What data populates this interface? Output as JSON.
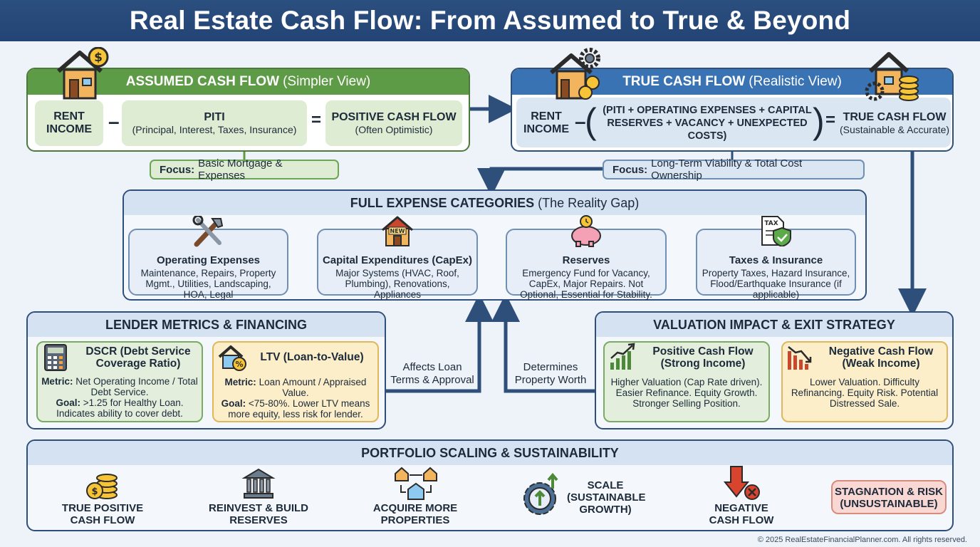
{
  "title": "Real Estate Cash Flow: From Assumed to True & Beyond",
  "assumed": {
    "heading_bold": "ASSUMED CASH FLOW",
    "heading_rest": "(Simpler View)",
    "term1": "RENT INCOME",
    "minus": "–",
    "term2_title": "PITI",
    "term2_sub": "(Principal, Interest, Taxes, Insurance)",
    "equals": "=",
    "result_title": "POSITIVE CASH FLOW",
    "result_sub": "(Often Optimistic)",
    "focus_label": "Focus:",
    "focus_text": "Basic Mortgage & Expenses",
    "color": "#5d9b46"
  },
  "true": {
    "heading_bold": "TRUE CASH FLOW",
    "heading_rest": "(Realistic View)",
    "term1": "RENT INCOME",
    "minus": "–",
    "term2": "(PITI + OPERATING EXPENSES + CAPITAL RESERVES + VACANCY + UNEXPECTED COSTS)",
    "equals": "=",
    "result_title": "TRUE CASH FLOW",
    "result_sub": "(Sustainable & Accurate)",
    "focus_label": "Focus:",
    "focus_text": "Long-Term Viability & Total Cost Ownership",
    "color": "#3a73b4"
  },
  "expenses": {
    "heading_bold": "FULL EXPENSE CATEGORIES",
    "heading_rest": "(The Reality Gap)",
    "cards": [
      {
        "title": "Operating Expenses",
        "body": "Maintenance, Repairs, Property Mgmt., Utilities, Landscaping, HOA, Legal",
        "icon": "tools-icon"
      },
      {
        "title": "Capital Expenditures (CapEx)",
        "body": "Major Systems (HVAC, Roof, Plumbing), Renovations, Appliances",
        "icon": "new-house-icon",
        "icon_text": "NEW"
      },
      {
        "title": "Reserves",
        "body": "Emergency Fund for Vacancy, CapEx, Major Repairs. Not Optional, Essential for Stability.",
        "icon": "piggy-bank-icon"
      },
      {
        "title": "Taxes & Insurance",
        "body": "Property Taxes, Hazard Insurance, Flood/Earthquake Insurance (if applicable)",
        "icon": "tax-shield-icon",
        "icon_text": "TAX"
      }
    ]
  },
  "lender": {
    "heading": "LENDER METRICS & FINANCING",
    "dscr": {
      "title": "DSCR (Debt Service Coverage Ratio)",
      "metric_label": "Metric:",
      "metric_text": "Net Operating Income / Total Debt Service.",
      "goal_label": "Goal:",
      "goal_text": ">1.25 for Healthy Loan. Indicates ability to cover debt."
    },
    "ltv": {
      "title": "LTV (Loan-to-Value)",
      "metric_label": "Metric:",
      "metric_text": "Loan Amount / Appraised Value.",
      "goal_label": "Goal:",
      "goal_text": "<75-80%. Lower LTV means more equity, less risk for lender."
    }
  },
  "connectors": {
    "affects": "Affects Loan Terms & Approval",
    "determines": "Determines Property Worth"
  },
  "valuation": {
    "heading": "VALUATION IMPACT & EXIT STRATEGY",
    "positive": {
      "title": "Positive Cash Flow (Strong Income)",
      "body": "Higher Valuation (Cap Rate driven). Easier Refinance. Equity Growth. Stronger Selling Position."
    },
    "negative": {
      "title": "Negative Cash Flow (Weak Income)",
      "body": "Lower Valuation. Difficulty Refinancing. Equity Risk. Potential Distressed Sale."
    }
  },
  "portfolio": {
    "heading": "PORTFOLIO SCALING & SUSTAINABILITY",
    "steps": [
      {
        "label": "TRUE POSITIVE CASH FLOW",
        "icon": "coins-icon"
      },
      {
        "label": "REINVEST & BUILD RESERVES",
        "icon": "bank-icon"
      },
      {
        "label": "ACQUIRE MORE PROPERTIES",
        "icon": "houses-icon"
      },
      {
        "label": "SCALE (SUSTAINABLE GROWTH)",
        "icon": "gear-growth-icon"
      },
      {
        "label": "NEGATIVE CASH FLOW",
        "icon": "down-arrow-icon"
      },
      {
        "label": "STAGNATION & RISK (UNSUSTAINABLE)",
        "icon": ""
      }
    ]
  },
  "footer": "© 2025 RealEstateFinancialPlanner.com. All rights reserved."
}
